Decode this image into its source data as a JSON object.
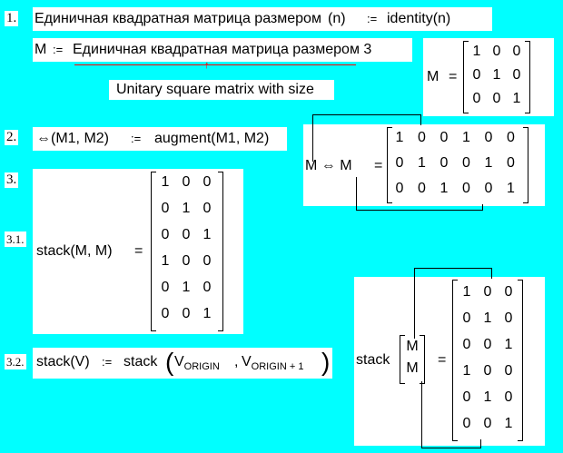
{
  "steps": {
    "s1": "1.",
    "s2": "2.",
    "s3": "3.",
    "s31": "3.1.",
    "s32": "3.2."
  },
  "defs": {
    "d1_lhs": "Единичная квадратная матрица размером",
    "d1_arg": "(n)",
    "d1_assign": ":=",
    "d1_rhs": "identity(n)",
    "m_def_lhs": "M",
    "m_def_assign": ":=",
    "m_def_rhs": "Единичная квадратная матрица размером 3",
    "tooltip": "Unitary square matrix with size",
    "m_result_label": "M",
    "eq": "=",
    "aug_def": "⇔(M1, M2)",
    "aug_assign": ":=",
    "aug_rhs": "augment(M1, M2)",
    "aug_result_lhs": "M ⇔ M",
    "stack_mm": "stack(M, M)",
    "stack_def_lhs": "stack(V)",
    "stack_def_assign": ":=",
    "stack_def_rhs_name": "stack",
    "stack_v1": "V",
    "stack_v1_sub": "ORIGIN",
    "stack_comma": ",",
    "stack_v2": "V",
    "stack_v2_sub": "ORIGIN + 1",
    "stack_call": "stack",
    "stack_arg1": "M",
    "stack_arg2": "M"
  },
  "matrices": {
    "identity3": [
      [
        "1",
        "0",
        "0"
      ],
      [
        "0",
        "1",
        "0"
      ],
      [
        "0",
        "0",
        "1"
      ]
    ],
    "augmented": [
      [
        "1",
        "0",
        "0",
        "1",
        "0",
        "0"
      ],
      [
        "0",
        "1",
        "0",
        "0",
        "1",
        "0"
      ],
      [
        "0",
        "0",
        "1",
        "0",
        "0",
        "1"
      ]
    ],
    "stacked": [
      [
        "1",
        "0",
        "0"
      ],
      [
        "0",
        "1",
        "0"
      ],
      [
        "0",
        "0",
        "1"
      ],
      [
        "1",
        "0",
        "0"
      ],
      [
        "0",
        "1",
        "0"
      ],
      [
        "0",
        "0",
        "1"
      ]
    ]
  },
  "colors": {
    "background": "#00ffff",
    "region": "#ffffff",
    "tooltip_line": "#ff0000"
  }
}
